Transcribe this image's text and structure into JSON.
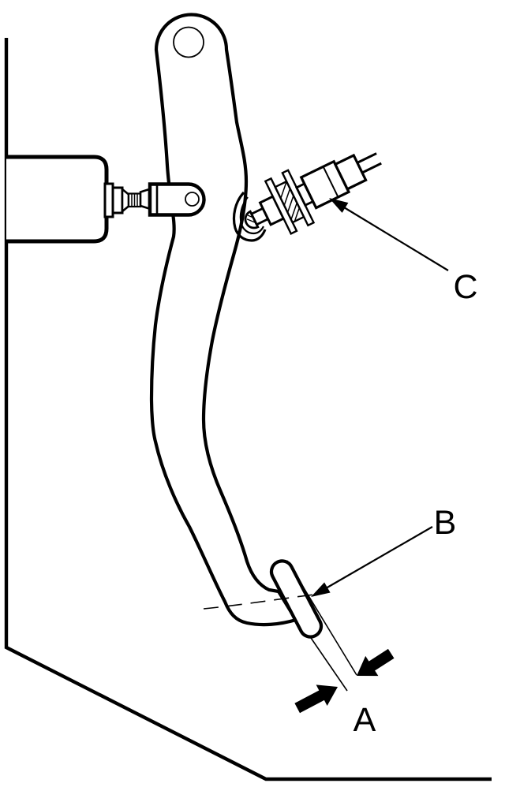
{
  "figure": {
    "type": "technical-line-drawing",
    "subject": "pedal-assembly-with-position-switch",
    "labels": {
      "a": "A",
      "b": "B",
      "c": "C"
    }
  },
  "colors": {
    "line": "#000000",
    "background": "#ffffff"
  }
}
